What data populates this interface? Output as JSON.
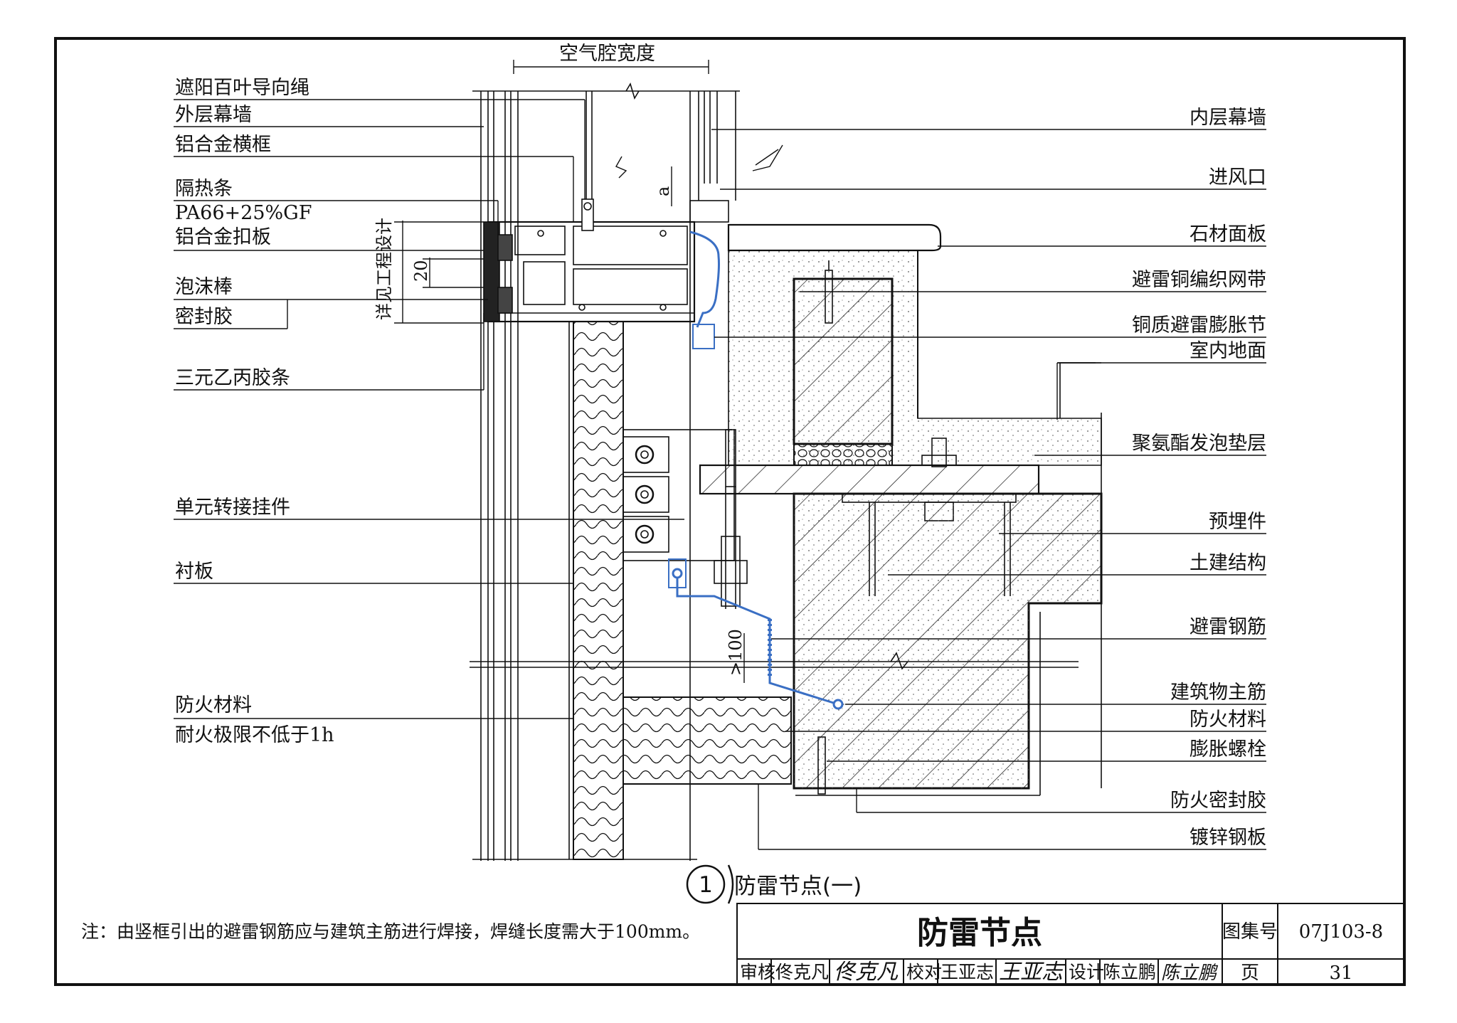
{
  "labels_left": {
    "l1": "遮阳百叶导向绳",
    "l2": "外层幕墙",
    "l3": "铝合金横框",
    "l4": "隔热条",
    "l5": "PA66+25%GF",
    "l6": "铝合金扣板",
    "l7": "泡沫棒",
    "l8": "密封胶",
    "l9": "三元乙丙胶条",
    "l10": "单元转接挂件",
    "l11": "衬板",
    "l12": "防火材料",
    "l13": "耐火极限不低于1h"
  },
  "labels_right": {
    "r1": "内层幕墙",
    "r2": "进风口",
    "r3": "石材面板",
    "r4": "避雷铜编织网带",
    "r5": "铜质避雷膨胀节",
    "r6": "室内地面",
    "r7": "聚氨酯发泡垫层",
    "r8": "预埋件",
    "r9": "土建结构",
    "r10": "避雷钢筋",
    "r11": "建筑物主筋",
    "r12": "防火材料",
    "r13": "膨胀螺栓",
    "r14": "防火密封胶",
    "r15": "镀锌钢板"
  },
  "dimensions": {
    "air_cavity": "空气腔宽度",
    "project_design": "详见工程设计",
    "d20": "20",
    "da": "a",
    "d100": ">100"
  },
  "caption": {
    "number": "1",
    "text": "防雷节点(一)"
  },
  "note": "注：由竖框引出的避雷钢筋应与建筑主筋进行焊接，焊缝长度需大于100mm。",
  "title_block": {
    "title": "防雷节点",
    "atlas_label": "图集号",
    "atlas_no": "07J103-8",
    "page_label": "页",
    "page_no": "31",
    "review_label": "审核",
    "review_name": "佟克凡",
    "review_sig": "佟克凡",
    "check_label": "校对",
    "check_name": "王亚志",
    "check_sig": "王亚志",
    "design_label": "设计",
    "design_name": "陈立鹏",
    "design_sig": "陈立鹏"
  },
  "colors": {
    "line": "#111111",
    "lightning_conductor": "#3a6fc4",
    "concrete_dot": "#555555"
  }
}
